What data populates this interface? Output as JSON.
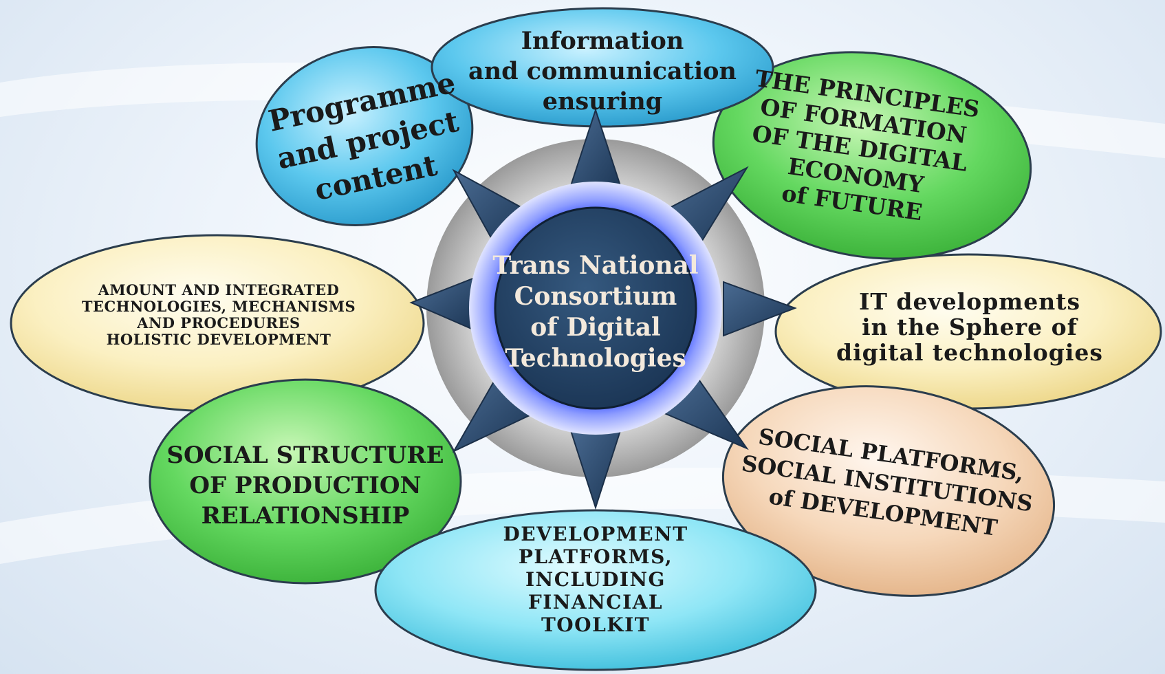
{
  "center": {
    "lines": [
      "Trans National",
      "Consortium",
      "of Digital",
      "Technologies"
    ]
  },
  "nodes": [
    {
      "lines": [
        "Information",
        "and communication",
        "ensuring"
      ]
    },
    {
      "lines": [
        "THE PRINCIPLES",
        "OF FORMATION",
        "OF THE DIGITAL",
        "ECONOMY",
        "of FUTURE"
      ]
    },
    {
      "lines": [
        "IT developments",
        "in the Sphere of",
        "digital technologies"
      ]
    },
    {
      "lines": [
        "SOCIAL PLATFORMS,",
        "SOCIAL INSTITUTIONS",
        "of DEVELOPMENT"
      ]
    },
    {
      "lines": [
        "DEVELOPMENT",
        "PLATFORMS,",
        "INCLUDING",
        "FINANCIAL",
        "TOOLKIT"
      ]
    },
    {
      "lines": [
        "SOCIAL STRUCTURE",
        "OF PRODUCTION",
        "RELATIONSHIP"
      ]
    },
    {
      "lines": [
        "AMOUNT AND INTEGRATED",
        "TECHNOLOGIES, MECHANISMS",
        "AND PROCEDURES",
        "HOLISTIC DEVELOPMENT"
      ]
    },
    {
      "lines": [
        "Programme",
        "and project",
        "content"
      ]
    }
  ],
  "colors": {
    "blue_ellipse": "#5cc8ee",
    "green_ellipse": "#5fd65f",
    "cream_ellipse": "#fbf3c8",
    "peach_ellipse": "#f6d9bd",
    "cyan_ellipse": "#7fe0f4",
    "center_circle": "#24466b",
    "ring": "#3f5dff",
    "spike": "#2d4b6f"
  }
}
